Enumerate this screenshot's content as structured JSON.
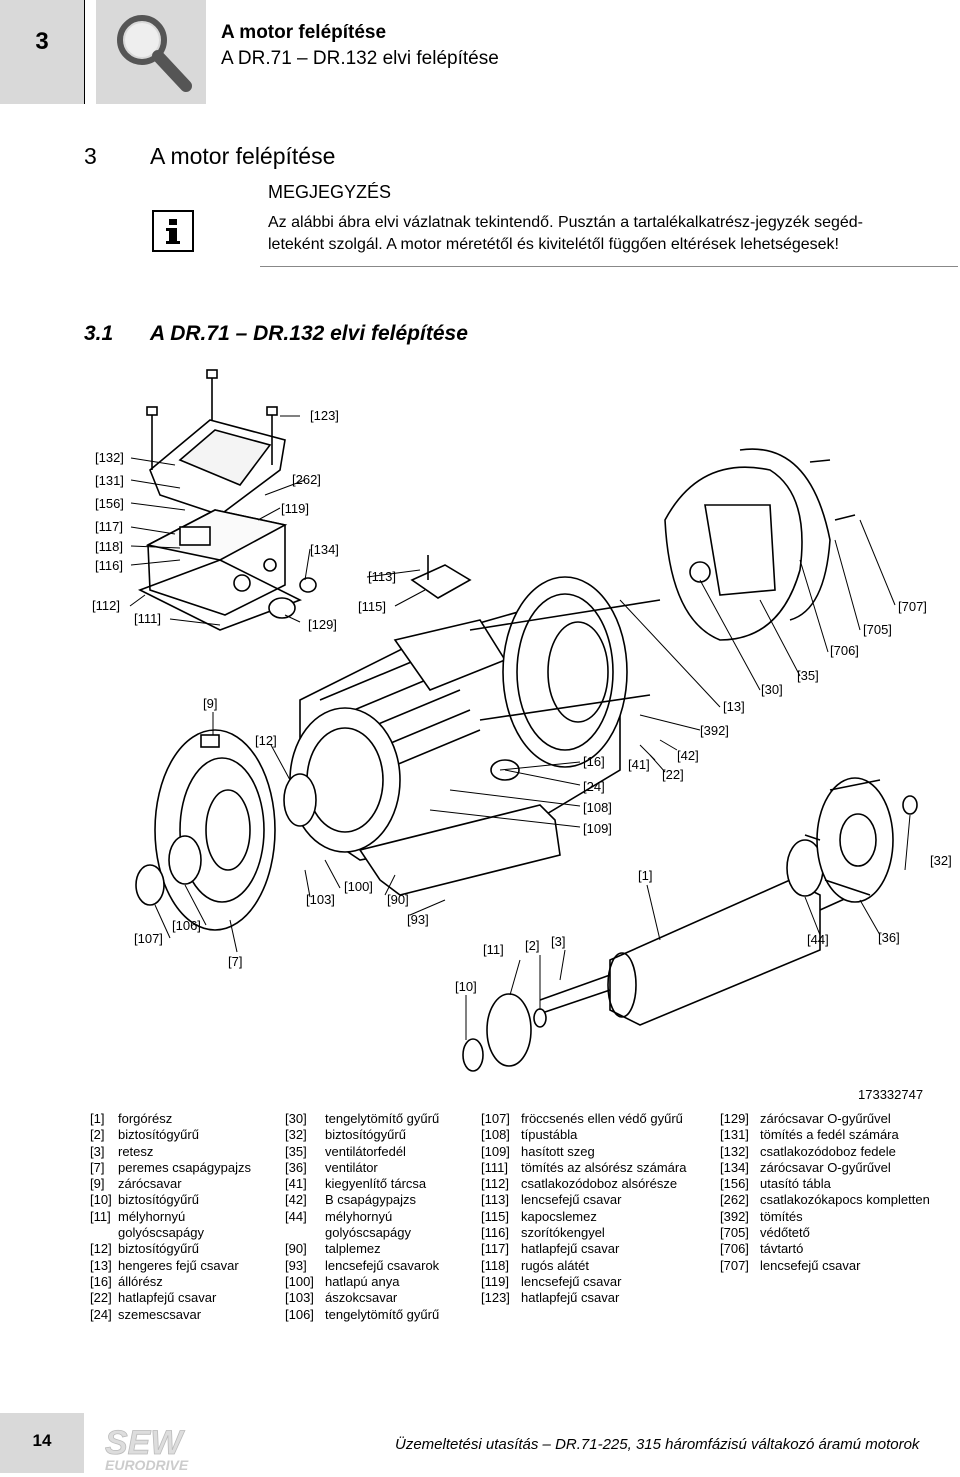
{
  "header": {
    "chapter_number": "3",
    "title": "A motor felépítése",
    "subtitle": "A DR.71 – DR.132 elvi felépítése"
  },
  "section": {
    "number": "3",
    "title": "A motor felépítése"
  },
  "note": {
    "title": "MEGJEGYZÉS",
    "line1": "Az alábbi ábra elvi vázlatnak tekintendő. Pusztán a tartalékalkatrész-jegyzék segéd-",
    "line2": "leteként szolgál. A motor méretétől és kivitelétől függően eltérések lehetségesek!",
    "icon": "info-icon"
  },
  "subsection": {
    "number": "3.1",
    "title": "A DR.71 – DR.132 elvi felépítése"
  },
  "diagram": {
    "callouts": [
      "[123]",
      "[132]",
      "[131]",
      "[262]",
      "[156]",
      "[119]",
      "[117]",
      "[118]",
      "[134]",
      "[116]",
      "[113]",
      "[112]",
      "[115]",
      "[707]",
      "[111]",
      "[129]",
      "[705]",
      "[706]",
      "[35]",
      "[30]",
      "[9]",
      "[13]",
      "[392]",
      "[12]",
      "[42]",
      "[16]",
      "[41]",
      "[22]",
      "[24]",
      "[108]",
      "[109]",
      "[32]",
      "[1]",
      "[100]",
      "[103]",
      "[90]",
      "[106]",
      "[93]",
      "[107]",
      "[44]",
      "[36]",
      "[11]",
      "[2]",
      "[3]",
      "[7]",
      "[10]"
    ],
    "drawing_id": "173332747"
  },
  "legend": {
    "col1": [
      {
        "ref": "[1]",
        "text": "forgórész"
      },
      {
        "ref": "[2]",
        "text": "biztosítógyűrű"
      },
      {
        "ref": "[3]",
        "text": "retesz"
      },
      {
        "ref": "[7]",
        "text": "peremes csapágypajzs"
      },
      {
        "ref": "[9]",
        "text": "zárócsavar"
      },
      {
        "ref": "[10]",
        "text": "biztosítógyűrű"
      },
      {
        "ref": "[11]",
        "text": "mélyhornyú"
      },
      {
        "ref": "",
        "text": "golyóscsapágy"
      },
      {
        "ref": "[12]",
        "text": "biztosítógyűrű"
      },
      {
        "ref": "[13]",
        "text": "hengeres fejű csavar"
      },
      {
        "ref": "[16]",
        "text": "állórész"
      },
      {
        "ref": "[22]",
        "text": "hatlapfejű csavar"
      },
      {
        "ref": "[24]",
        "text": "szemescsavar"
      }
    ],
    "col2": [
      {
        "ref": "[30]",
        "text": "tengelytömítő gyűrű"
      },
      {
        "ref": "[32]",
        "text": "biztosítógyűrű"
      },
      {
        "ref": "[35]",
        "text": "ventilátorfedél"
      },
      {
        "ref": "[36]",
        "text": "ventilátor"
      },
      {
        "ref": "[41]",
        "text": "kiegyenlítő tárcsa"
      },
      {
        "ref": "[42]",
        "text": "B csapágypajzs"
      },
      {
        "ref": "[44]",
        "text": "mélyhornyú"
      },
      {
        "ref": "",
        "text": "golyóscsapágy"
      },
      {
        "ref": "[90]",
        "text": "talplemez"
      },
      {
        "ref": "[93]",
        "text": "lencsefejű csavarok"
      },
      {
        "ref": "[100]",
        "text": "hatlapú anya"
      },
      {
        "ref": "[103]",
        "text": "ászokcsavar"
      },
      {
        "ref": "[106]",
        "text": "tengelytömítő gyűrű"
      }
    ],
    "col3": [
      {
        "ref": "[107]",
        "text": "fröccsenés ellen védő gyűrű"
      },
      {
        "ref": "[108]",
        "text": "típustábla"
      },
      {
        "ref": "[109]",
        "text": "hasított szeg"
      },
      {
        "ref": "[111]",
        "text": "tömítés az alsórész számára"
      },
      {
        "ref": "[112]",
        "text": "csatlakozódoboz alsórésze"
      },
      {
        "ref": "[113]",
        "text": "lencsefejű csavar"
      },
      {
        "ref": "[115]",
        "text": "kapocslemez"
      },
      {
        "ref": "[116]",
        "text": "szorítókengyel"
      },
      {
        "ref": "[117]",
        "text": "hatlapfejű csavar"
      },
      {
        "ref": "[118]",
        "text": "rugós alátét"
      },
      {
        "ref": "[119]",
        "text": "lencsefejű csavar"
      },
      {
        "ref": "[123]",
        "text": "hatlapfejű csavar"
      }
    ],
    "col4": [
      {
        "ref": "[129]",
        "text": "zárócsavar O-gyűrűvel"
      },
      {
        "ref": "[131]",
        "text": "tömítés a fedél számára"
      },
      {
        "ref": "[132]",
        "text": "csatlakozódoboz fedele"
      },
      {
        "ref": "[134]",
        "text": "zárócsavar O-gyűrűvel"
      },
      {
        "ref": "[156]",
        "text": "utasító tábla"
      },
      {
        "ref": "[262]",
        "text": "csatlakozókapocs kompletten"
      },
      {
        "ref": "[392]",
        "text": "tömítés"
      },
      {
        "ref": "[705]",
        "text": "védőtető"
      },
      {
        "ref": "[706]",
        "text": "távtartó"
      },
      {
        "ref": "[707]",
        "text": "lencsefejű csavar"
      }
    ]
  },
  "footer": {
    "page_number": "14",
    "logo_text": "SEW",
    "logo_subtext": "EURODRIVE",
    "document_title": "Üzemeltetési utasítás – DR.71-225, 315 háromfázisú váltakozó áramú motorok"
  }
}
